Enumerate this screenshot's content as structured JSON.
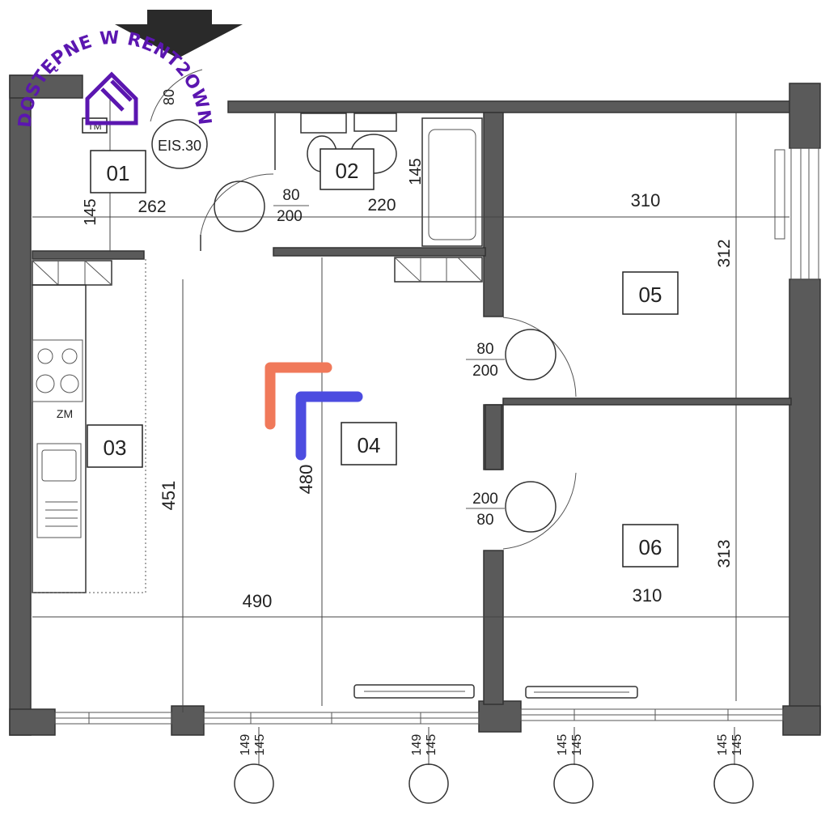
{
  "watermark": {
    "text": "DOSTĘPNE W RENT2OWN",
    "color": "#5b16b0"
  },
  "logo": {
    "orange": "#f0795a",
    "blue": "#4c4ce0"
  },
  "rooms": {
    "r01": "01",
    "r02": "02",
    "r03": "03",
    "r04": "04",
    "r05": "05",
    "r06": "06"
  },
  "labels": {
    "tm": "TM",
    "zm": "ZM",
    "eis": "EIS.30",
    "door_w": "80"
  },
  "dimensions": {
    "d145_left": "145",
    "d262": "262",
    "d220": "220",
    "d145_bath": "145",
    "d310_top": "310",
    "d312": "312",
    "d451": "451",
    "d480": "480",
    "d490": "490",
    "d310_bottom": "310",
    "d313": "313"
  },
  "doors": {
    "entry_top": "80",
    "entry_bottom": "200",
    "r05_top": "80",
    "r05_bottom": "200",
    "r06_top": "200",
    "r06_bottom": "80"
  },
  "windows": [
    {
      "a": "149",
      "b": "145"
    },
    {
      "a": "149",
      "b": "145"
    },
    {
      "a": "145",
      "b": "145"
    },
    {
      "a": "145",
      "b": "145"
    }
  ]
}
